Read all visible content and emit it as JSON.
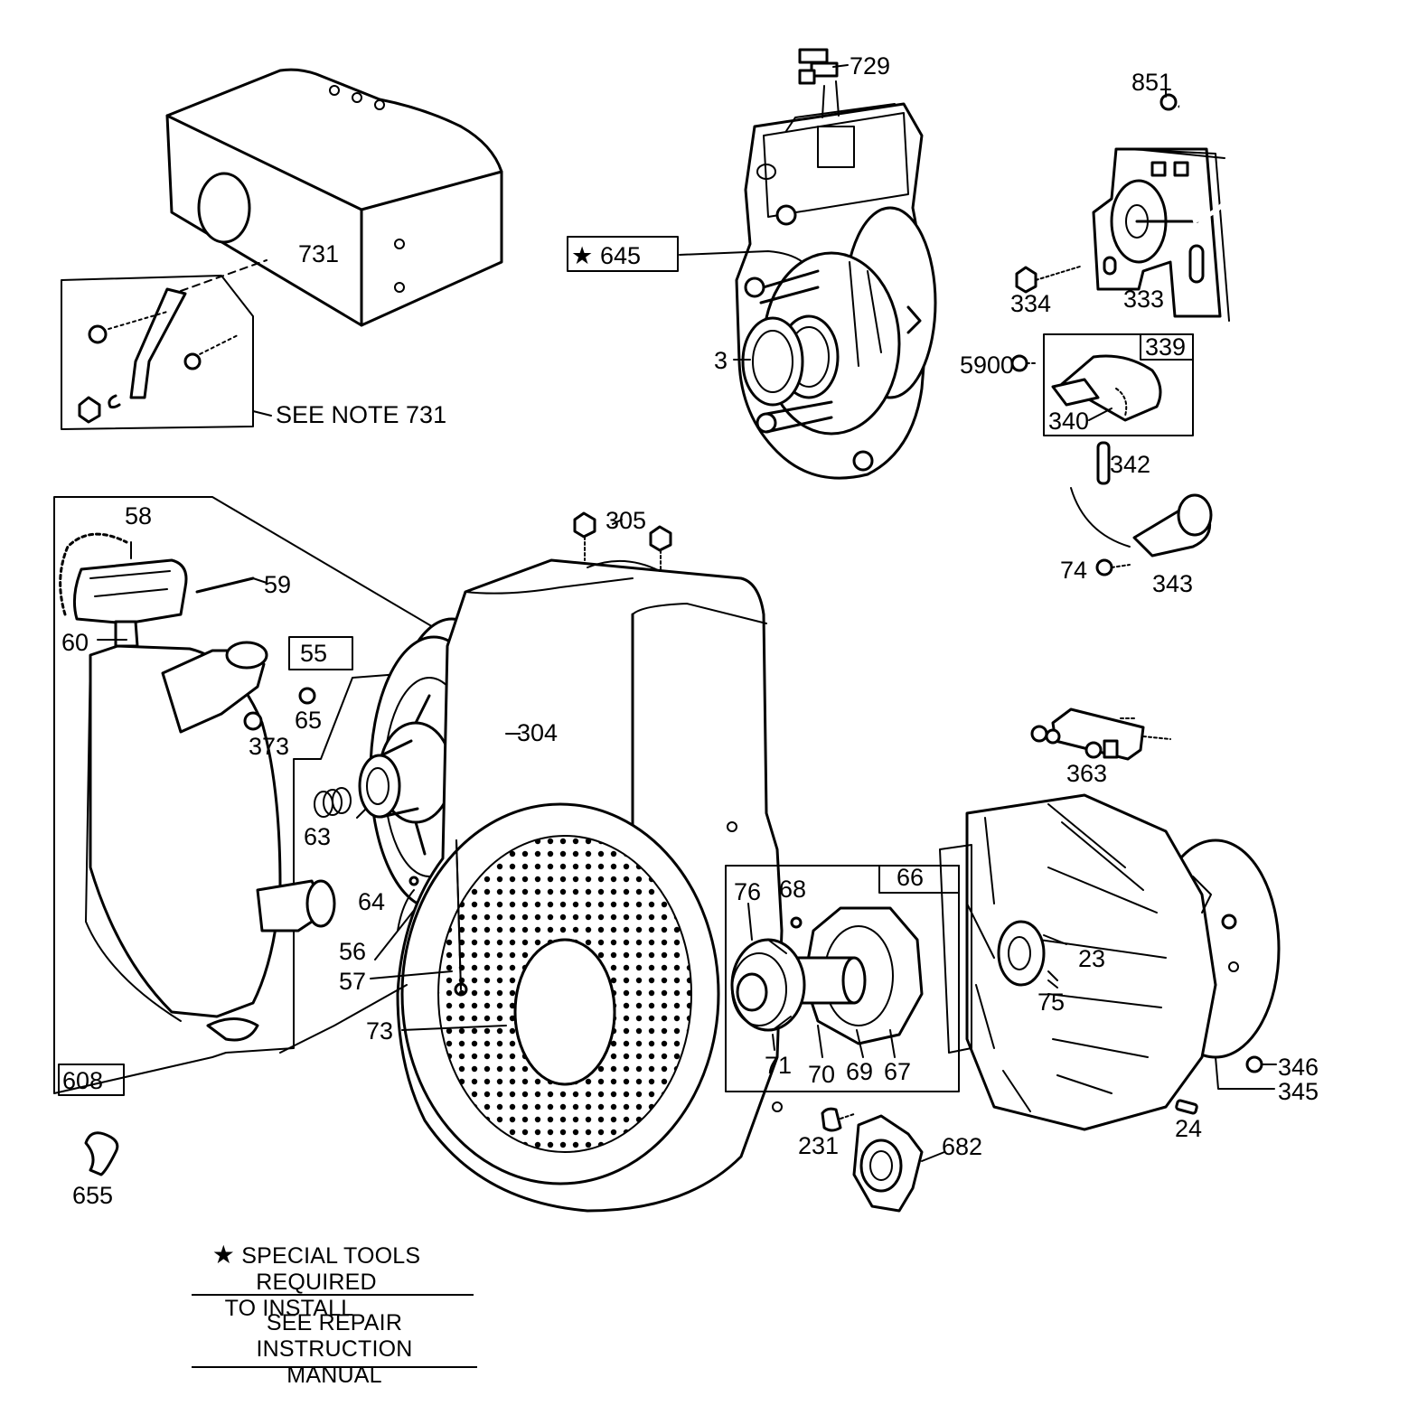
{
  "labels": {
    "p729": "729",
    "p851": "851",
    "p731": "731",
    "see_note": "SEE NOTE 731",
    "p645": "645",
    "p3": "3",
    "p334": "334",
    "p333": "333",
    "p339": "339",
    "p5900": "5900",
    "p340": "340",
    "p342": "342",
    "p74": "74",
    "p343": "343",
    "p58": "58",
    "p59": "59",
    "p60": "60",
    "p55": "55",
    "p65": "65",
    "p373": "373",
    "p305": "305",
    "p304": "304",
    "p63": "63",
    "p64": "64",
    "p56": "56",
    "p57": "57",
    "p73": "73",
    "p608": "608",
    "p655": "655",
    "p363": "363",
    "p66": "66",
    "p76": "76",
    "p68": "68",
    "p71": "71",
    "p70": "70",
    "p69": "69",
    "p67": "67",
    "p23": "23",
    "p75": "75",
    "p346": "346",
    "p345": "345",
    "p24": "24",
    "p231": "231",
    "p682": "682"
  },
  "notes": {
    "special_tools_line1": "SPECIAL TOOLS REQUIRED",
    "special_tools_line2": "TO INSTALL",
    "repair_line1": "SEE REPAIR INSTRUCTION",
    "repair_line2": "MANUAL"
  },
  "symbols": {
    "star": "★"
  }
}
